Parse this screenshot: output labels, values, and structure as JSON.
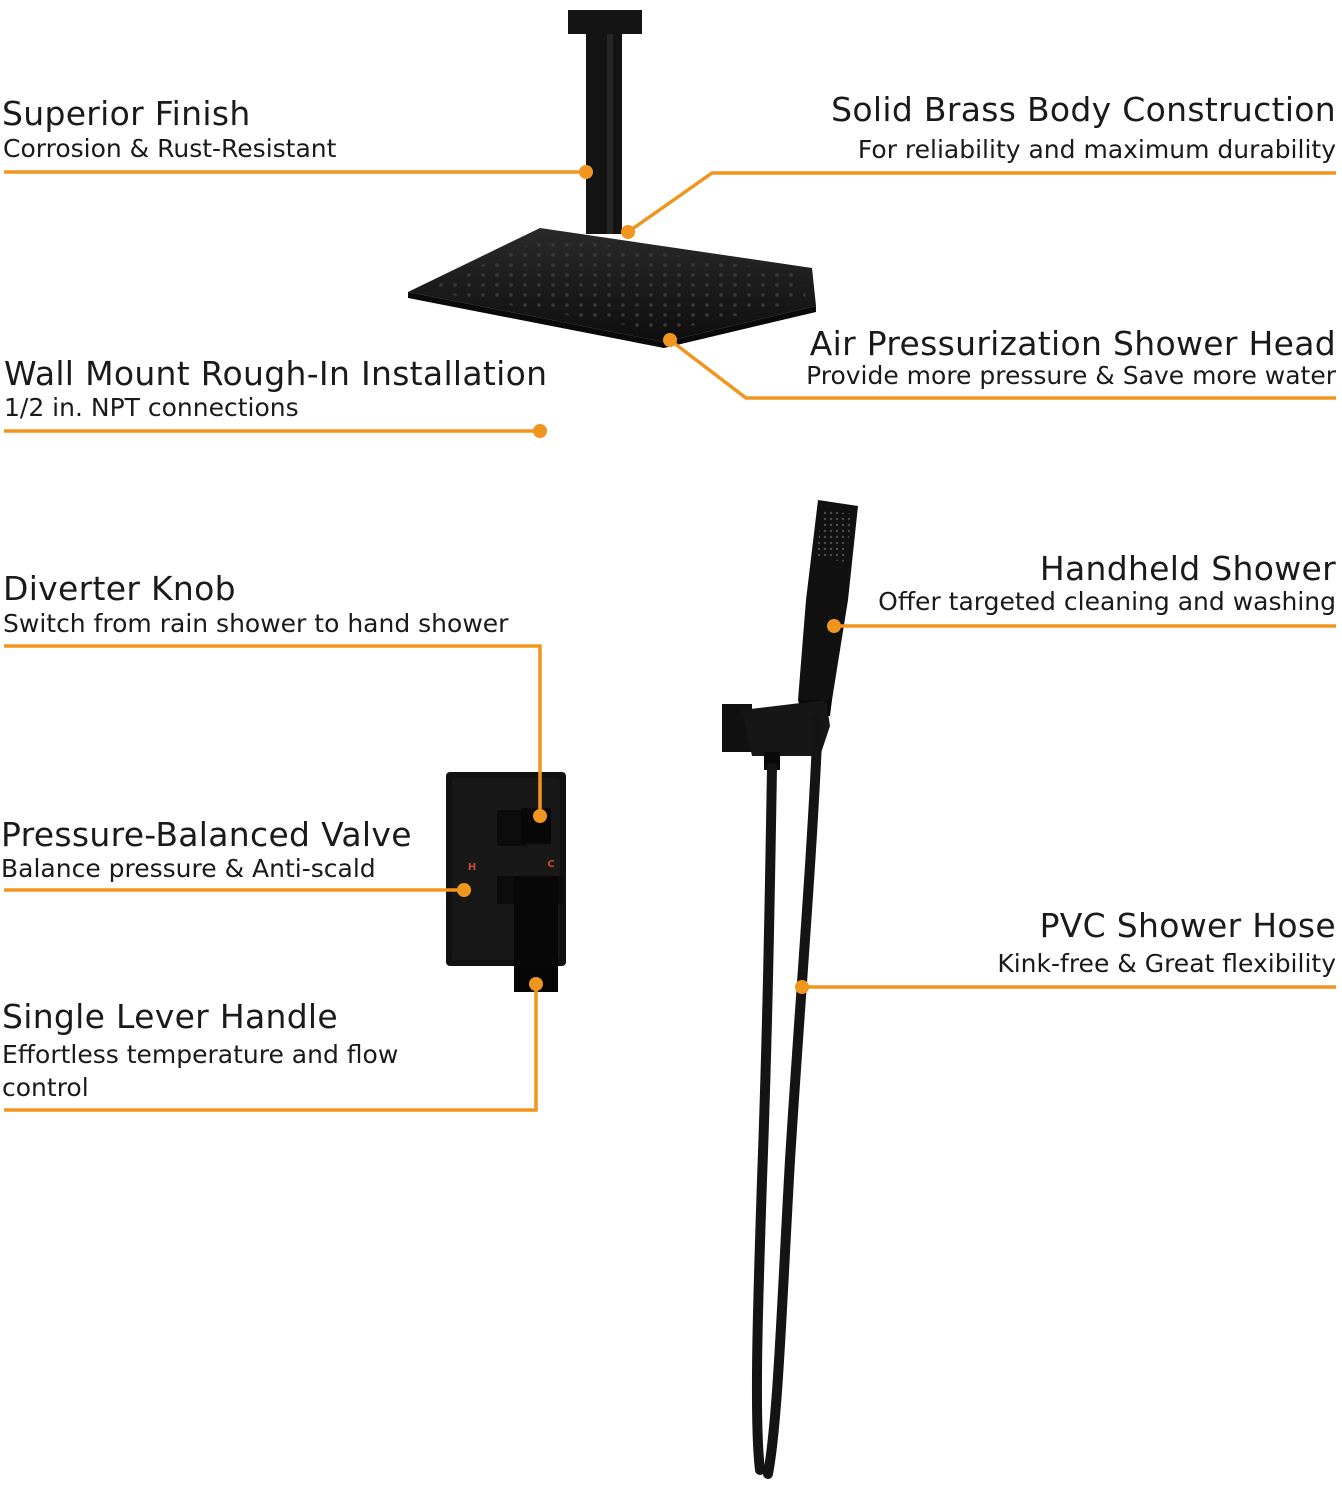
{
  "accent_color": "#f0961e",
  "product_color": "#141414",
  "callouts": {
    "superior_finish": {
      "title": "Superior Finish",
      "subtitle": "Corrosion & Rust-Resistant"
    },
    "solid_brass": {
      "title": "Solid Brass Body Construction",
      "subtitle": "For reliability and maximum durability"
    },
    "air_pressurization": {
      "title": "Air Pressurization Shower Head",
      "subtitle": "Provide more pressure & Save more water"
    },
    "wall_mount": {
      "title": "Wall Mount Rough-In Installation",
      "subtitle": "1/2 in. NPT connections"
    },
    "diverter_knob": {
      "title": "Diverter Knob",
      "subtitle": "Switch from rain shower to hand shower"
    },
    "handheld_shower": {
      "title": "Handheld Shower",
      "subtitle": "Offer targeted cleaning and washing"
    },
    "pressure_valve": {
      "title": "Pressure-Balanced Valve",
      "subtitle": "Balance pressure & Anti-scald"
    },
    "pvc_hose": {
      "title": "PVC Shower Hose",
      "subtitle": "Kink-free & Great flexibility"
    },
    "single_lever": {
      "title": "Single Lever Handle",
      "subtitle": "Effortless temperature and  flow control"
    }
  },
  "valve_marks": {
    "hot": "H",
    "cold": "C"
  }
}
